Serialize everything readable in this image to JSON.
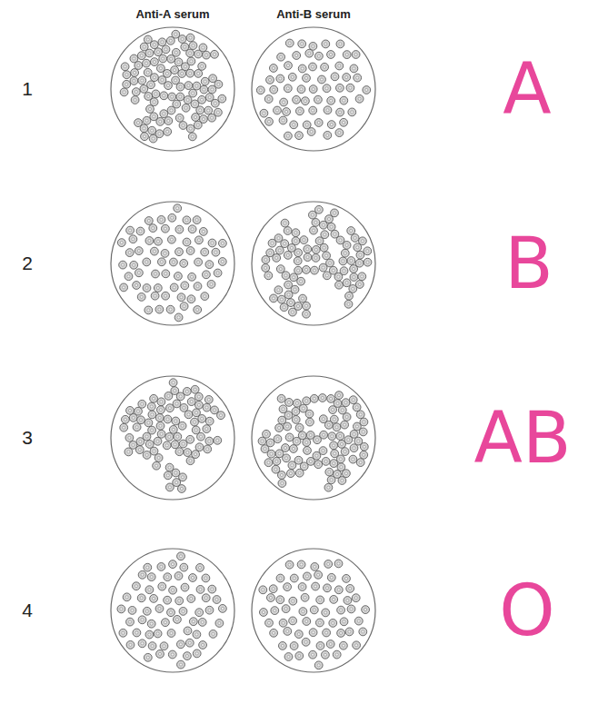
{
  "diagram": {
    "labels": [
      "Anti-A serum",
      "Anti-B serum",
      "1",
      "A",
      "2",
      "B",
      "3",
      "AB",
      "4",
      "O"
    ]
  }
}
